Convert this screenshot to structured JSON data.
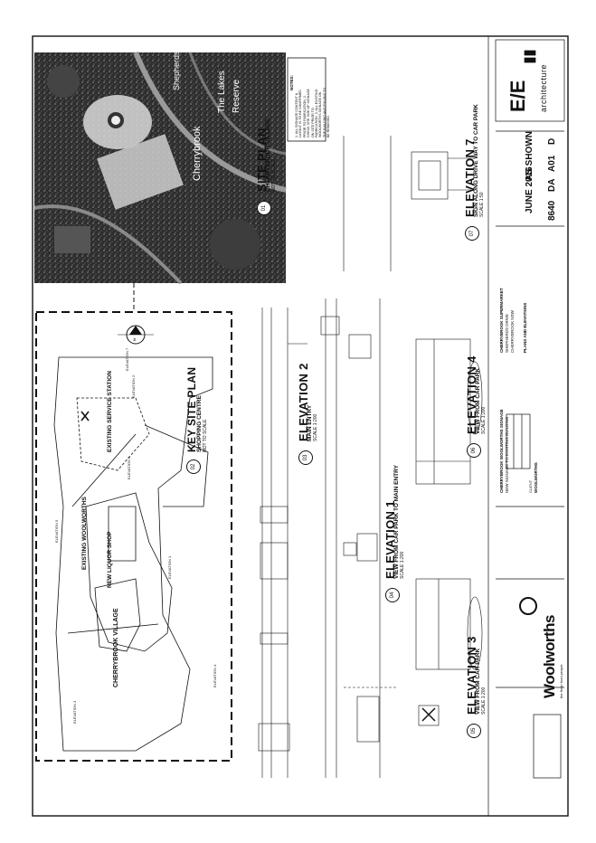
{
  "site_plan": {
    "title": "SITE PLAN",
    "subtitle": "CHERRYBROOK VILLAGE",
    "scale": "NOT TO SCALE",
    "number": "01",
    "labels": [
      "Shepherds Dr",
      "Cherrybrook",
      "The Lakes",
      "Reserve"
    ],
    "notes_heading": "NOTES:",
    "notes": "1. ALL SIGNAGE CONTENT & LAYOUT IS TO BE CONFIRMED PRIOR TO FABRICATION. 2. CHECK SITE SIZE OF SIGNAGE ON SITE PRIOR TO FABRICATION. 3. ALL EXISTING WOOLWORTHS SIGNAGE ON THE BUILDING AND PYLONS TO BE REMOVED."
  },
  "key_site_plan": {
    "title": "KEY SITE PLAN",
    "subtitle": "SHOPPING CENTRE",
    "scale": "NOT TO SCALE",
    "number": "02",
    "north": "N",
    "labels": {
      "existing_woolworths": "EXISTING WOOLWORTHS",
      "new_liquor_shop": "NEW LIQUOR SHOP",
      "cherrybrook_village": "CHERRYBROOK VILLAGE",
      "existing_service_station": "EXISTING SERVICE STATION",
      "elevation_1": "ELEVATION 1",
      "elevation_2": "ELEVATION 2",
      "elevation_3": "ELEVATION 3",
      "elevation_4": "ELEVATION 4",
      "elevation_5": "ELEVATION 5",
      "elevation_6": "ELEVATION 6",
      "elevation_7": "ELEVATION 7"
    }
  },
  "elevation_2": {
    "title": "ELEVATION 2",
    "subtitle": "MAIN ENTRY",
    "scale": "SCALE 1:200",
    "number": "03"
  },
  "elevation_1": {
    "title": "ELEVATION 1",
    "subtitle": "VIEW FROM CAR PARK TO MAIN ENTRY",
    "scale": "SCALE 1:200",
    "number": "04"
  },
  "elevation_3": {
    "title": "ELEVATION 3",
    "subtitle": "VIEW FROM CAR PARK",
    "scale": "SCALE 1:200",
    "number": "05"
  },
  "elevation_4": {
    "title": "ELEVATION 4",
    "subtitle": "VIEW FROM CAR PARK",
    "scale": "SCALE 1:200",
    "number": "06"
  },
  "elevation_7": {
    "title": "ELEVATION 7",
    "subtitle": "SIGN ALONG DRIVE WAY TO CAR PARK",
    "scale": "SCALE 1:50",
    "number": "07"
  },
  "title_block": {
    "firm_logo": "E/E",
    "firm_name": "architecture",
    "project": "CHERRYBROOK WOOLWORTHS SIGNAGE",
    "project_note": "NEW SIGNAGE TO EXISTING BUILDING",
    "site_lines": [
      "CHERRYBROOK SUPERMARKET",
      "SHEPHERDS DRIVE",
      "CHERRYBROOK NSW"
    ],
    "drawing_title": "PLANS AND ELEVATIONS",
    "client_label": "CLIENT",
    "client": "WOOLWORTHS",
    "date": "JUNE 2016",
    "scale": "AS SHOWN",
    "project_no": "8640",
    "status": "DA",
    "drawing_no": "A01",
    "revision": "D",
    "brand_name": "Woolworths",
    "brand_tag": "the fresh food people"
  },
  "colors": {
    "ink": "#111111",
    "paper": "#ffffff",
    "grey": "#8a8a8a"
  }
}
